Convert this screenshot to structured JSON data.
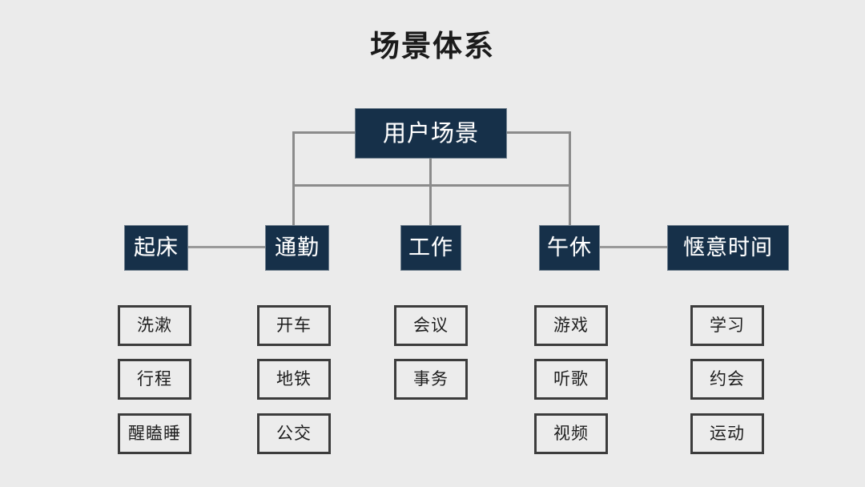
{
  "diagram": {
    "title": "场景体系",
    "type": "tree",
    "background_color": "#ebebeb",
    "node_color": "#163049",
    "node_text_color": "#ffffff",
    "leaf_border_color": "#3c3c3c",
    "leaf_fill_color": "#ececec",
    "connector_color": "#8b8b8b",
    "root": {
      "label": "用户场景"
    },
    "branches": [
      {
        "label": "起床",
        "leaves": [
          "洗漱",
          "行程",
          "醒瞌睡"
        ]
      },
      {
        "label": "通勤",
        "leaves": [
          "开车",
          "地铁",
          "公交"
        ]
      },
      {
        "label": "工作",
        "leaves": [
          "会议",
          "事务"
        ]
      },
      {
        "label": "午休",
        "leaves": [
          "游戏",
          "听歌",
          "视频"
        ]
      },
      {
        "label": "惬意时间",
        "leaves": [
          "学习",
          "约会",
          "运动"
        ]
      }
    ]
  }
}
